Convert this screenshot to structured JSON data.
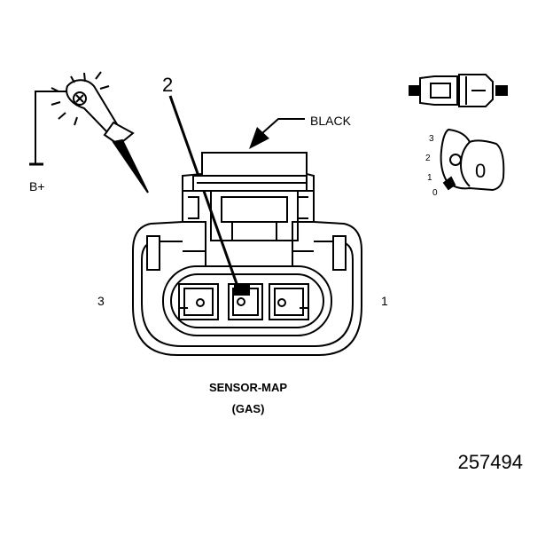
{
  "labels": {
    "callout_pin": "2",
    "wire_color": "BLACK",
    "probe_supply": "B+",
    "pin_left": "3",
    "pin_right": "1",
    "connector_name": "SENSOR-MAP",
    "connector_variant": "(GAS)",
    "figure_number": "257494"
  },
  "view_icon": {
    "scale": [
      "3",
      "2",
      "1",
      "0"
    ],
    "dial_digit": "0"
  }
}
